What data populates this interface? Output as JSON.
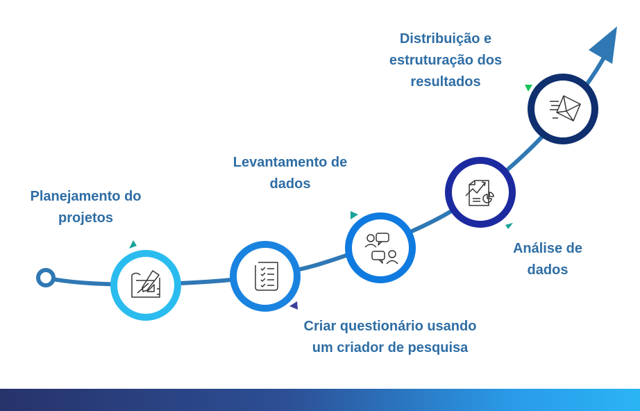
{
  "colors": {
    "path": "#2f78b4",
    "text": "#2e6da4",
    "stage1": "#2bbcef",
    "stage2": "#1a83e0",
    "stage3": "#0f7ae0",
    "stage4": "#1c2aa0",
    "stage5": "#0f2f6e",
    "pointer_teal": "#1aa39a",
    "pointer_purple": "#3b3f9a",
    "pointer_green": "#16c25a"
  },
  "stages": [
    {
      "id": "stage-1",
      "lines": [
        "Planejamento do",
        "projetos"
      ],
      "icon": "blueprint-pencil-icon"
    },
    {
      "id": "stage-2",
      "lines": [
        "Levantamento de",
        "dados"
      ],
      "icon": "checklist-icon"
    },
    {
      "id": "stage-3",
      "lines": [
        "Criar questionário usando",
        "um criador de pesquisa"
      ],
      "icon": "chat-people-icon"
    },
    {
      "id": "stage-4",
      "lines": [
        "Análise de",
        "dados"
      ],
      "icon": "analytics-report-icon"
    },
    {
      "id": "stage-5",
      "lines": [
        "Distribuição e",
        "estruturação dos",
        "resultados"
      ],
      "icon": "send-mail-icon"
    }
  ]
}
